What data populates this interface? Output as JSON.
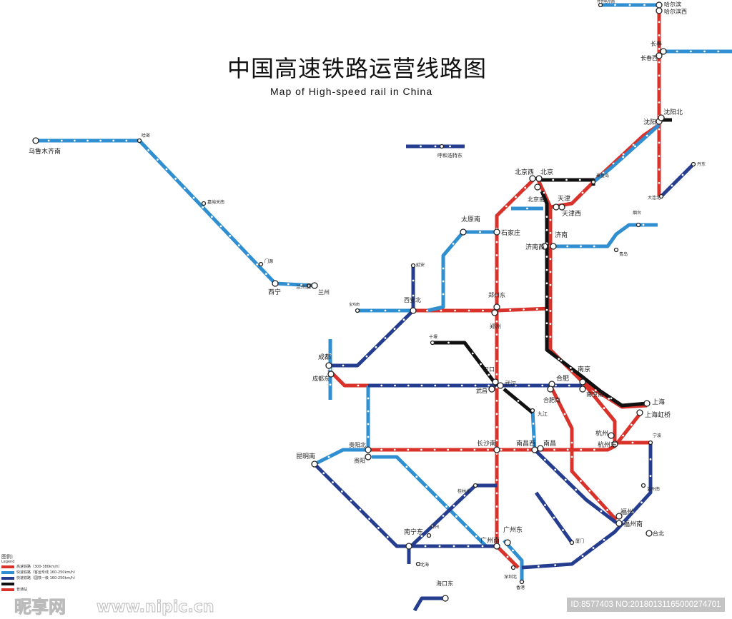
{
  "header": {
    "title": "中国高速铁路运营线路图",
    "subtitle": "Map of High-speed rail in China"
  },
  "colors": {
    "high_speed": "#d9322b",
    "passenger_dedicated": "#2f8fd0",
    "national_class1": "#253d8e",
    "conventional": "#111111"
  },
  "legend": {
    "title": "图例:",
    "title_en": "Legend",
    "items": [
      {
        "label": "高速铁路（300-380km/h）",
        "color": "#d9322b"
      },
      {
        "label": "快速铁路（客运专线 160-250km/h）",
        "color": "#2f8fd0"
      },
      {
        "label": "快速铁路（国铁一级 160-250km/h）",
        "color": "#253d8e"
      },
      {
        "label": "",
        "color": "#111111"
      },
      {
        "label": "普通站",
        "color": "#d9322b"
      }
    ]
  },
  "stations": [
    "乌鲁木齐南",
    "哈密",
    "西宁",
    "兰州",
    "兰州西",
    "呼和浩特东",
    "太原南",
    "石家庄",
    "北京西",
    "北京",
    "北京南",
    "天津",
    "天津西",
    "济南西",
    "济南",
    "郑州东",
    "郑州",
    "西安北",
    "成都",
    "成都东",
    "汉口",
    "武汉",
    "武昌",
    "合肥",
    "合肥南",
    "南京",
    "南京南",
    "上海",
    "上海虹桥",
    "杭州",
    "杭州东",
    "长沙南",
    "南昌西",
    "南昌",
    "贵阳北",
    "贵阳",
    "昆明南",
    "南宁东",
    "广州南",
    "广州东",
    "福州",
    "福州南",
    "台北",
    "海口东",
    "沈阳",
    "沈阳北",
    "长春西",
    "长春",
    "九江",
    "哈尔滨",
    "哈尔滨西",
    "齐齐哈尔南",
    "延安",
    "宝鸡南",
    "十堰",
    "厦门",
    "宁波",
    "温州南",
    "青岛",
    "烟台",
    "深圳北",
    "香港",
    "北海",
    "桂林北",
    "柳州",
    "门源",
    "嘉峪关南",
    "丹东",
    "大连北",
    "秦皇岛"
  ],
  "watermark": {
    "logo": "昵享网",
    "url": "www.nipic.cn",
    "id_text": "ID:8577403 NO:20180131165000274701"
  }
}
